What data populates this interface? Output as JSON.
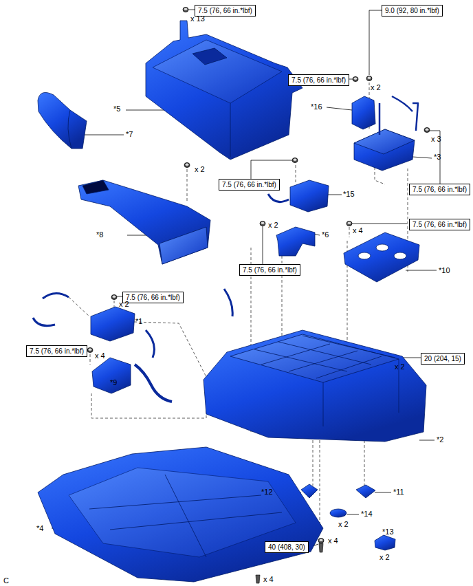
{
  "diagram": {
    "nodes": [
      {
        "text": [
          "7.5 (76, 66 in.*lbf)"
        ]
      },
      {
        "text": [
          "9.0 (92, 80 in.*lbf)"
        ]
      },
      {
        "text": [
          "7.5 (76, 66 in.*lbf)"
        ]
      },
      {
        "text": [
          "7.5 (76, 66 in.*lbf)"
        ]
      },
      {
        "text": [
          "7.5 (76, 66 in.*lbf)"
        ]
      },
      {
        "text": [
          "7.5 (76, 66 in.*lbf)"
        ]
      },
      {
        "text": [
          "7.5 (76, 66 in.*lbf)"
        ]
      },
      {
        "text": [
          "7.5 (76, 66 in.*lbf)"
        ]
      },
      {
        "text": [
          "20 (204, 15)"
        ]
      },
      {
        "text": [
          "7.5 (76, 66 in.*lbf)"
        ]
      },
      {
        "text": [
          "40 (408, 30)"
        ]
      }
    ],
    "labels": [
      "x 13",
      "x 2",
      "*16",
      "*5",
      "*7",
      "x 3",
      "*3",
      "x 2",
      "*15",
      "x 2",
      "x 4",
      "*8",
      "*6",
      "*10",
      "x 2",
      "*1",
      "x 4",
      "x 2",
      "*9",
      "*2",
      "*12",
      "*11",
      "*14",
      "x 2",
      "*4",
      "*13",
      "x 4",
      "x 2",
      "x 4",
      "C"
    ]
  }
}
